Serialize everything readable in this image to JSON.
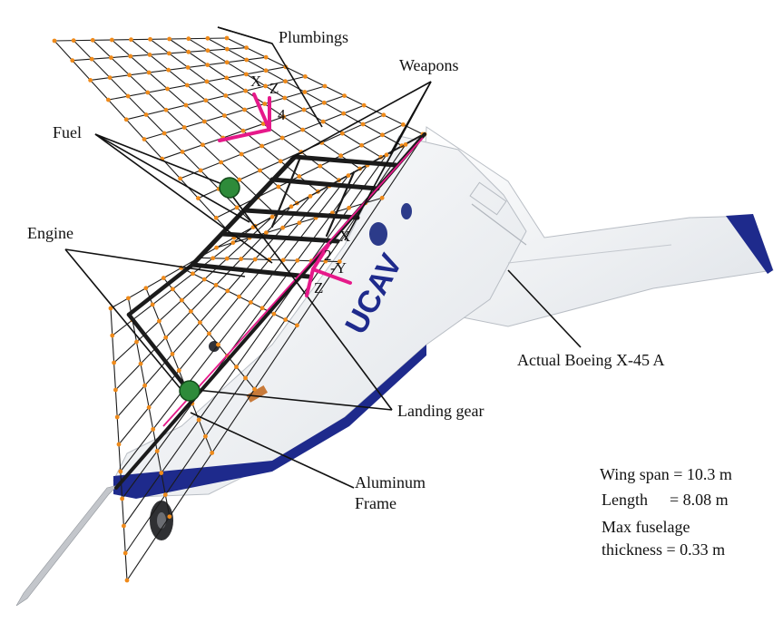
{
  "labels": {
    "plumbings": "Plumbings",
    "weapons": "Weapons",
    "fuel": "Fuel",
    "engine": "Engine",
    "landing_gear": "Landing gear",
    "aluminum_frame_line1": "Aluminum",
    "aluminum_frame_line2": "Frame",
    "actual_aircraft": "Actual Boeing X-45 A"
  },
  "axes_node4": {
    "x": "X",
    "z": "Z",
    "node": "4"
  },
  "axes_node2": {
    "x": "X",
    "node": "2",
    "y": "-Y",
    "z": "Z"
  },
  "specs": {
    "wing_span": "Wing span = 10.3 m",
    "length_label": "Length",
    "length_value": "= 8.08 m",
    "max_fuselage_line1": "Max fuselage",
    "max_fuselage_line2": "thickness  = 0.33 m"
  },
  "colors": {
    "body": "#f4f6f8",
    "trim_blue": "#1e2a8c",
    "mesh_node": "#ef8a1a",
    "frame": "#1b1b1b",
    "axis_magenta": "#e6198a",
    "component_green": "#2e8b3a"
  }
}
